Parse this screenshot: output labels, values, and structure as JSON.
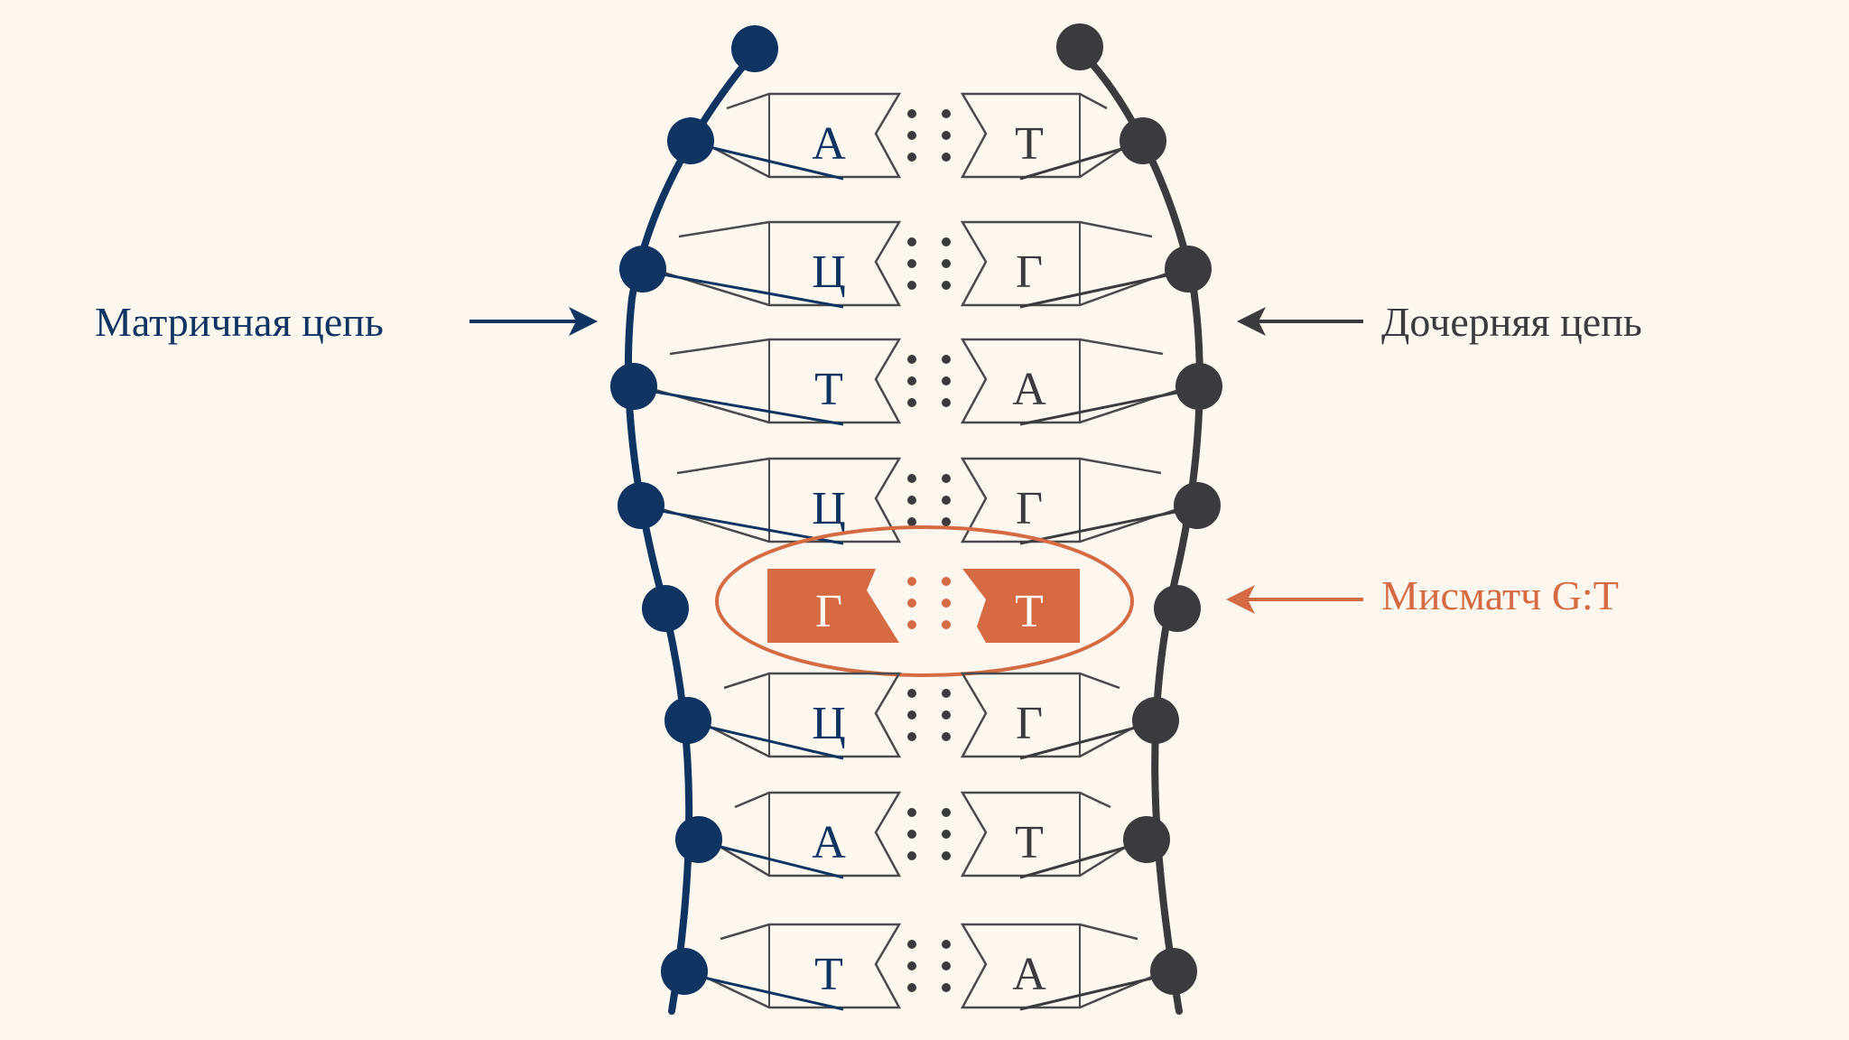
{
  "labels": {
    "template_strand": "Матричная цепь",
    "daughter_strand": "Дочерняя цепь",
    "mismatch": "Мисматч G:T"
  },
  "base_pairs": [
    {
      "template": "А",
      "daughter": "Т",
      "mismatch": false
    },
    {
      "template": "Ц",
      "daughter": "Г",
      "mismatch": false
    },
    {
      "template": "Т",
      "daughter": "А",
      "mismatch": false
    },
    {
      "template": "Ц",
      "daughter": "Г",
      "mismatch": false
    },
    {
      "template": "Г",
      "daughter": "Т",
      "mismatch": true
    },
    {
      "template": "Ц",
      "daughter": "Г",
      "mismatch": false
    },
    {
      "template": "А",
      "daughter": "Т",
      "mismatch": false
    },
    {
      "template": "Т",
      "daughter": "А",
      "mismatch": false
    }
  ],
  "colors": {
    "background": "#fcf8ef",
    "template_strand": "#0f3461",
    "daughter_strand": "#3b3b3d",
    "mismatch": "#d56a43",
    "outline": "#4a4a4a"
  }
}
